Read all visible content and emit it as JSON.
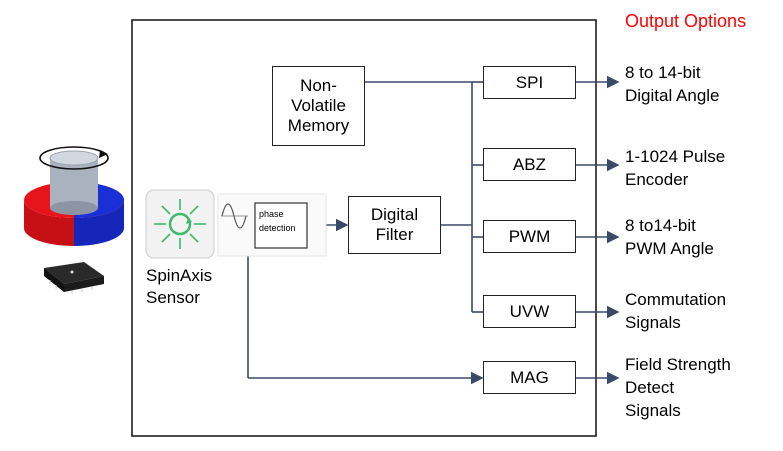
{
  "header": {
    "output_options": "Output Options"
  },
  "colors": {
    "title": "#ff0000",
    "line": "#3a4a66",
    "ring_red": "#e8141c",
    "ring_blue": "#1a2fd6",
    "sensor_green": "#3dba6b"
  },
  "sensor": {
    "line1": "SpinAxis",
    "line2": "Sensor",
    "phase_line1": "phase",
    "phase_line2": "detection"
  },
  "blocks": {
    "memory": {
      "line1": "Non-",
      "line2": "Volatile",
      "line3": "Memory"
    },
    "filter": {
      "line1": "Digital",
      "line2": "Filter"
    }
  },
  "outputs": [
    {
      "name": "SPI",
      "line1": "8 to 14-bit",
      "line2": "Digital Angle"
    },
    {
      "name": "ABZ",
      "line1": "1-1024 Pulse",
      "line2": "Encoder"
    },
    {
      "name": "PWM",
      "line1": "8 to14-bit",
      "line2": "PWM Angle"
    },
    {
      "name": "UVW",
      "line1": "Commutation",
      "line2": "Signals"
    },
    {
      "name": "MAG",
      "line1": "Field Strength",
      "line2": "Detect",
      "line3": "Signals"
    }
  ]
}
